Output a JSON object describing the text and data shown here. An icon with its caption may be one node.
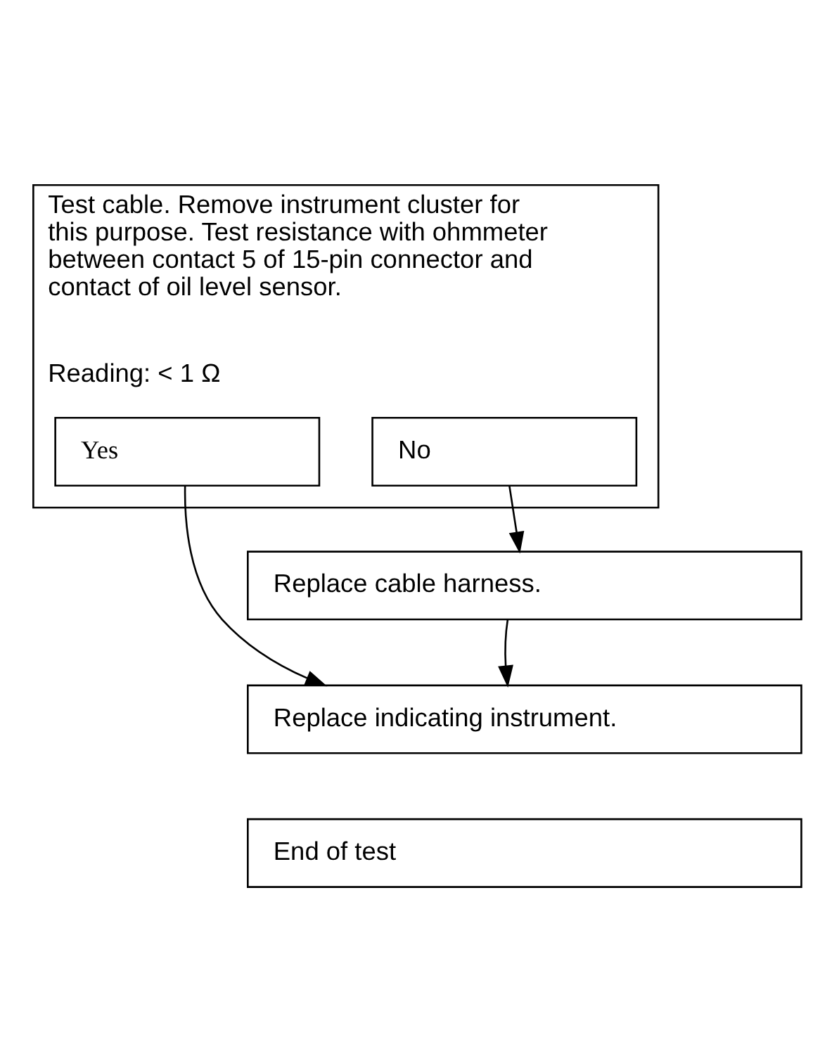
{
  "diagram": {
    "nodes": [
      {
        "text": [
          "Test cable. Remove instrument cluster for this purpose. Test resistance with ohmmeter between contact 5 of 15-pin connector and contact of oil level sensor.",
          "Reading: < 1 Ω"
        ]
      },
      {
        "text": [
          "Yes"
        ],
        "in": 0
      },
      {
        "text": [
          "No"
        ],
        "in": 0
      },
      {
        "text": [
          "Replace cable harness."
        ]
      },
      {
        "text": [
          "Replace indicating instrument."
        ]
      },
      {
        "text": [
          "End of test"
        ]
      }
    ],
    "edges": [
      {
        "from": 2,
        "to": 3,
        "arrow": "to"
      },
      {
        "from": 3,
        "to": 4,
        "arrow": "to"
      },
      {
        "from": 1,
        "to": 4,
        "arrow": "to"
      }
    ]
  }
}
